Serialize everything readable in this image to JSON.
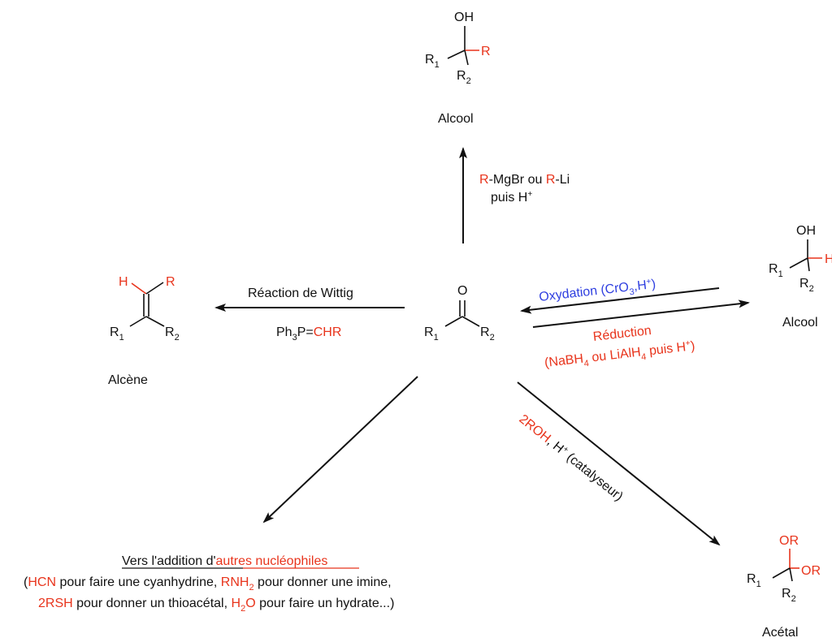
{
  "colors": {
    "reagent": "#e8341c",
    "oxidation": "#2f3fe0",
    "text": "#111111"
  },
  "center": {
    "o": "O",
    "r1": "R",
    "r1_sub": "1",
    "r2": "R",
    "r2_sub": "2"
  },
  "top": {
    "product_label": "Alcool",
    "oh": "OH",
    "r": "R",
    "r1": "R",
    "r1_sub": "1",
    "r2": "R",
    "r2_sub": "2",
    "reagent_r1": "R",
    "reagent_mid": "-MgBr ou ",
    "reagent_r2": "R",
    "reagent_end": "-Li",
    "reagent_line2": "puis H",
    "reagent_line2_sup": "+"
  },
  "left": {
    "product_label": "Alcène",
    "h": "H",
    "r": "R",
    "r1": "R",
    "r1_sub": "1",
    "r2": "R",
    "r2_sub": "2",
    "reaction_name": "Réaction de Wittig",
    "ylide_black": "Ph",
    "ylide_sub": "3",
    "ylide_mid": "P=",
    "ylide_red": "CHR"
  },
  "right": {
    "product_label": "Alcool",
    "oh": "OH",
    "h_partial": "H",
    "r1": "R",
    "r1_sub": "1",
    "r2": "R",
    "r2_sub": "2",
    "oxidation_a": "Oxydation (CrO",
    "oxidation_sub": "3",
    "oxidation_b": ",H",
    "oxidation_sup": "+",
    "oxidation_c": ")",
    "reduction_line1": "Réduction",
    "reduction_a": "(NaBH",
    "reduction_sub1": "4",
    "reduction_b": " ou LiAlH",
    "reduction_sub2": "4",
    "reduction_c": " puis H",
    "reduction_sup": "+",
    "reduction_d": ")"
  },
  "bottom_right": {
    "product_label": "Acétal",
    "or1": "OR",
    "or2": "OR",
    "r1": "R",
    "r1_sub": "1",
    "r2": "R",
    "r2_sub": "2",
    "reagent_red": "2ROH",
    "reagent_black": ", H",
    "reagent_sup": "+",
    "reagent_end": " (catalyseur)"
  },
  "bottom_left": {
    "title_black": "Vers l'addition d'",
    "title_red": "autres nucléophiles",
    "l2_a": "(",
    "l2_b": "HCN",
    "l2_c": " pour faire une cyanhydrine, ",
    "l2_d": "RNH",
    "l2_d_sub": "2",
    "l2_e": " pour donner une imine,",
    "l3_a": "2RSH",
    "l3_b": " pour donner un thioacétal, ",
    "l3_c": "H",
    "l3_c_sub": "2",
    "l3_c2": "O",
    "l3_d": " pour faire un hydrate...)"
  }
}
